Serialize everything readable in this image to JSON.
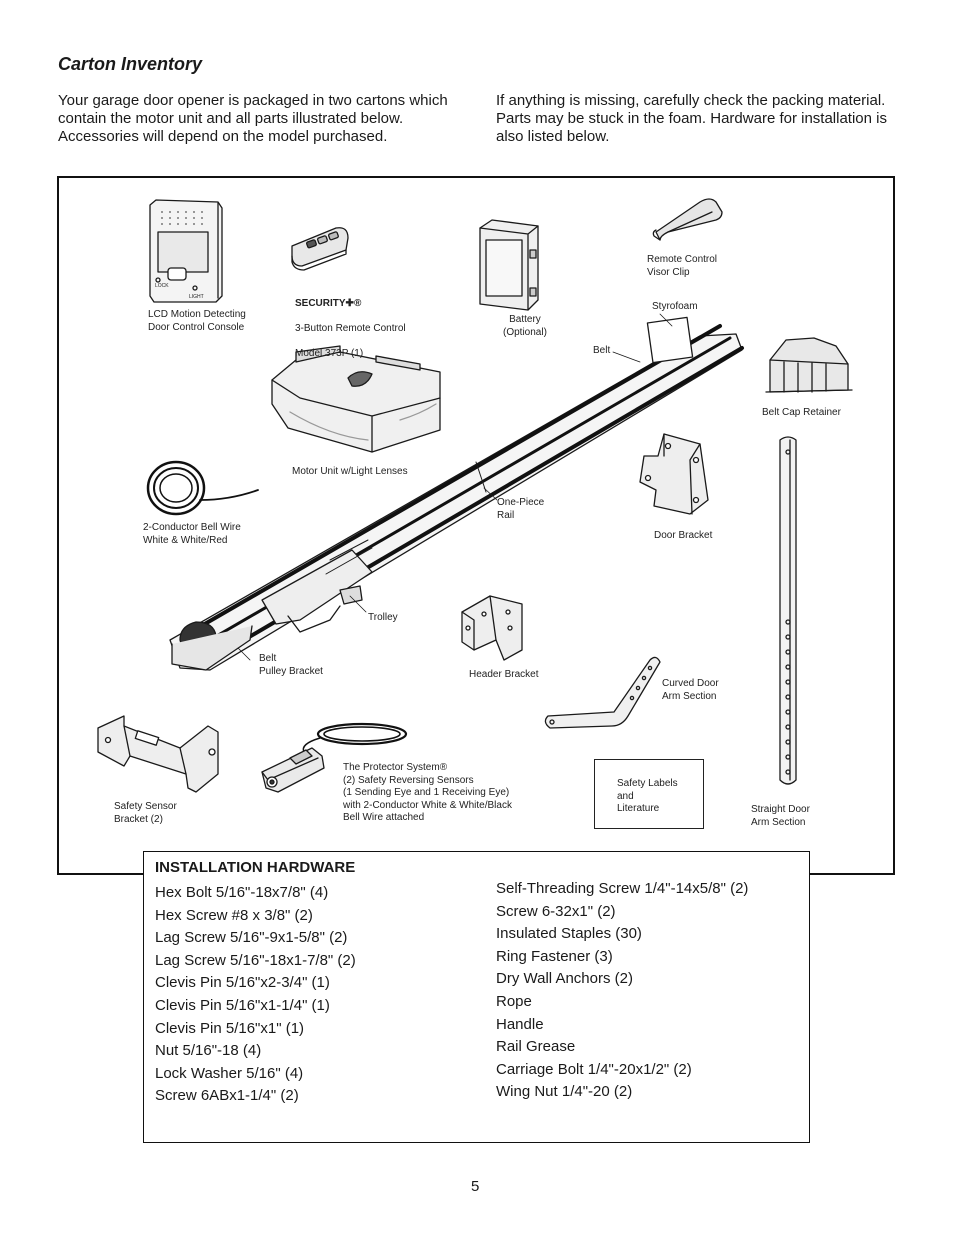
{
  "title": "Carton Inventory",
  "intro_left": "Your garage door opener is packaged in two cartons which contain the motor unit and all parts illustrated below. Accessories will depend on the model purchased.",
  "intro_right": "If anything is missing, carefully check the packing material. Parts may be stuck in the foam. Hardware for installation is also listed below.",
  "labels": {
    "console": "LCD Motion Detecting\nDoor Control Console",
    "remote_brand": "SECURITY✚®",
    "remote_desc": "3-Button Remote Control",
    "remote_model": "Model 373P (1)",
    "battery": "Battery\n(Optional)",
    "visor_clip": "Remote Control\nVisor Clip",
    "styrofoam": "Styrofoam",
    "belt": "Belt",
    "belt_cap": "Belt Cap Retainer",
    "motor": "Motor Unit w/Light Lenses",
    "bell_wire": "2-Conductor Bell Wire\nWhite & White/Red",
    "rail": "One-Piece\nRail",
    "door_bracket": "Door Bracket",
    "trolley": "Trolley",
    "pulley": "Belt\nPulley Bracket",
    "header_bracket": "Header Bracket",
    "curved_arm": "Curved Door\nArm Section",
    "protector": "The Protector System®\n(2) Safety Reversing Sensors\n(1 Sending Eye and 1 Receiving Eye)\nwith 2-Conductor White & White/Black\nBell Wire attached",
    "sensor_bracket": "Safety Sensor\nBracket (2)",
    "safety_labels": "Safety Labels\nand\nLiterature",
    "straight_arm": "Straight Door\nArm Section",
    "console_lock": "LOCK",
    "console_light": "LIGHT"
  },
  "hardware": {
    "heading": "INSTALLATION HARDWARE",
    "col1": [
      "Hex Bolt 5/16\"-18x7/8\" (4)",
      "Hex Screw #8 x 3/8\" (2)",
      "Lag Screw 5/16\"-9x1-5/8\" (2)",
      "Lag Screw 5/16\"-18x1-7/8\" (2)",
      "Clevis Pin 5/16\"x2-3/4\" (1)",
      "Clevis Pin 5/16\"x1-1/4\" (1)",
      "Clevis Pin 5/16\"x1\" (1)",
      "Nut 5/16\"-18 (4)",
      "Lock Washer 5/16\" (4)",
      "Screw 6ABx1-1/4\" (2)"
    ],
    "col2": [
      "Self-Threading Screw 1/4\"-14x5/8\" (2)",
      "Screw 6-32x1\" (2)",
      "Insulated Staples (30)",
      "Ring Fastener (3)",
      "Dry Wall Anchors (2)",
      "Rope",
      "Handle",
      "Rail Grease",
      "Carriage Bolt 1/4\"-20x1/2\" (2)",
      "Wing Nut 1/4\"-20 (2)"
    ]
  },
  "page_number": "5"
}
